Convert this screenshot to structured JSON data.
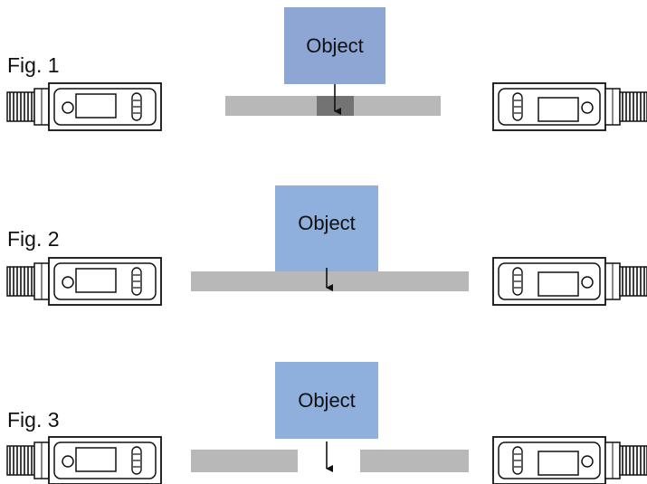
{
  "colors": {
    "object_box": "#8DA6D3",
    "beam": "#B8B8B8",
    "beam_highlight": "#737373",
    "sensor_stroke": "#111111",
    "sensor_fill": "#ffffff",
    "arrow": "#111111"
  },
  "figures": [
    {
      "label": "Fig. 1",
      "object_label": "Object",
      "beam_state": "partially blocked — highlighted section under object",
      "object_color": "#8DA6D3"
    },
    {
      "label": "Fig. 2",
      "object_label": "Object",
      "beam_state": "continuous beam, object touching",
      "object_color": "#8FAFDC"
    },
    {
      "label": "Fig. 3",
      "object_label": "Object",
      "beam_state": "beam interrupted — gap under object",
      "object_color": "#8FAFDC"
    }
  ],
  "icons": {
    "emitter": "sensor-emitter-icon",
    "receiver": "sensor-receiver-icon"
  }
}
